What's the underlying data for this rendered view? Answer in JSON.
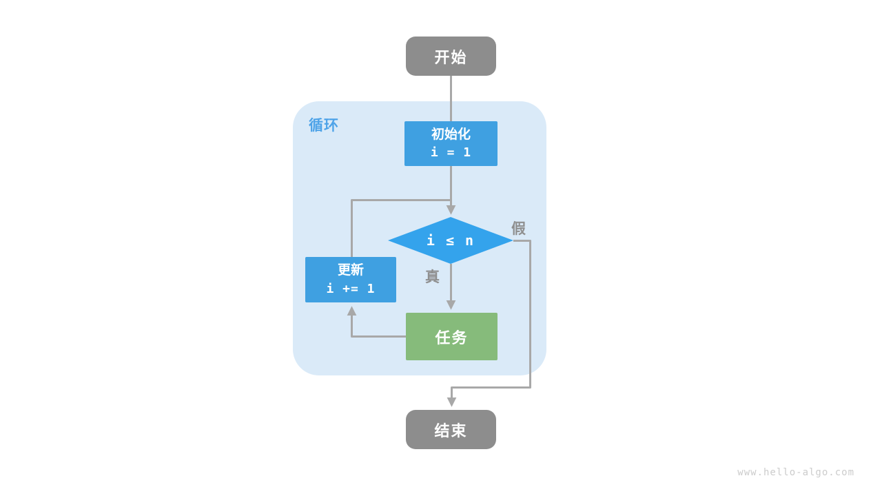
{
  "watermark": "www.hello-algo.com",
  "diagram": {
    "group": {
      "label": "循环"
    },
    "nodes": {
      "start": {
        "label": "开始"
      },
      "init": {
        "title": "初始化",
        "code": "i = 1"
      },
      "condition": {
        "code": "i ≤ n"
      },
      "update": {
        "title": "更新",
        "code": "i += 1"
      },
      "task": {
        "label": "任务"
      },
      "end": {
        "label": "结束"
      }
    },
    "edges": {
      "true_label": "真",
      "false_label": "假"
    },
    "colors": {
      "terminal_gray": "#8d8d8d",
      "process_blue": "#3fa0e1",
      "decision_blue": "#34a3ec",
      "task_green": "#86bb7b",
      "group_background": "#daeaf8",
      "group_label_blue": "#4ea3e8",
      "connector_gray": "#a8a8a8",
      "edge_label_gray": "#8f8f8f",
      "watermark_gray": "#cccccc"
    }
  }
}
